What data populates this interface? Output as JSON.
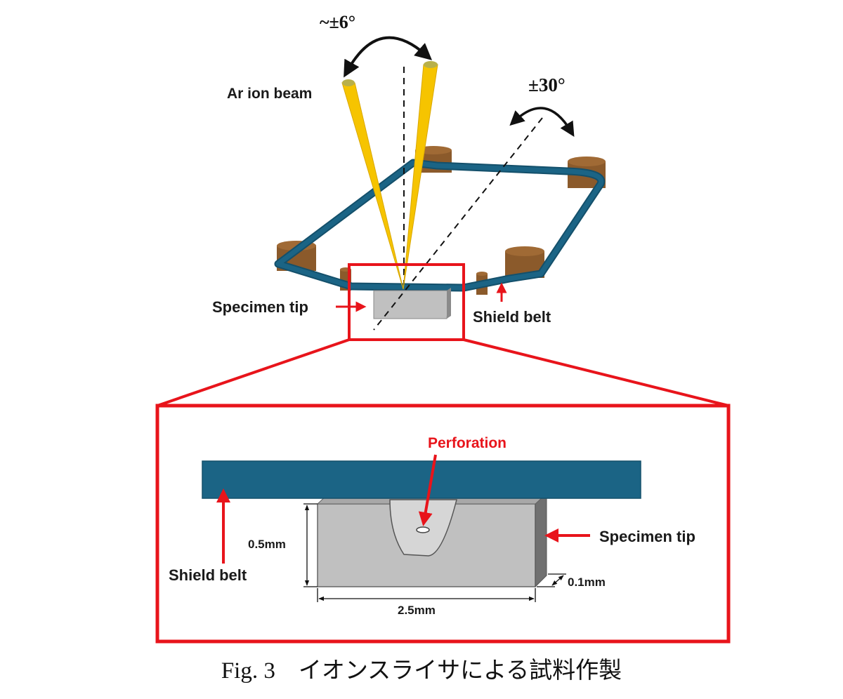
{
  "labels": {
    "tilt_angle": "~±6°",
    "rotate_angle": "±30°",
    "ion_beam": "Ar ion beam",
    "specimen_tip_top": "Specimen tip",
    "shield_belt_top": "Shield belt",
    "perforation": "Perforation",
    "specimen_tip_detail": "Specimen tip",
    "shield_belt_detail": "Shield belt",
    "dim_height": "0.5mm",
    "dim_width": "2.5mm",
    "dim_depth": "0.1mm"
  },
  "caption": "Fig. 3　イオンスライサによる試料作製",
  "colors": {
    "belt": "#1b6485",
    "belt_edge": "#14506b",
    "roller": "#8b5a2b",
    "beam": "#f6c400",
    "specimen": "#c0c0c0",
    "highlight": "#e8141b"
  }
}
